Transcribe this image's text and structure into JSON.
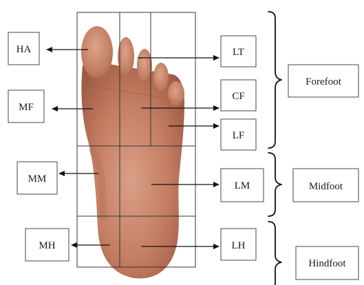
{
  "regions": {
    "HA": "HA",
    "LT": "LT",
    "MF": "MF",
    "CF": "CF",
    "LF": "LF",
    "MM": "MM",
    "LM": "LM",
    "MH": "MH",
    "LH": "LH"
  },
  "zones": {
    "forefoot": "Forefoot",
    "midfoot": "Midfoot",
    "hindfoot": "Hindfoot"
  },
  "colors": {
    "skin_light": "#d49a82",
    "skin_mid": "#c07a5f",
    "skin_dark": "#9a5640",
    "line": "#333333"
  }
}
